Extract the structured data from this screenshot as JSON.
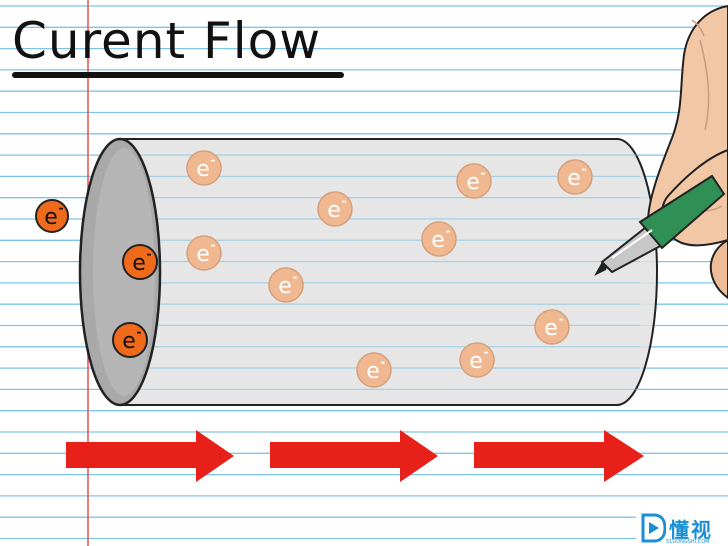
{
  "title": "Curent Flow",
  "electron_label": "e",
  "electron_charge": "-",
  "watermark": {
    "text": "懂视",
    "subtext": "51DONGSHI.COM"
  },
  "colors": {
    "paper_line": "#7fc4e8",
    "margin_line": "#e0524e",
    "electron_active": "#f06a1c",
    "electron_inside": "#f0b891",
    "arrow": "#e8201a",
    "tube_body": "#e2e2e2",
    "tube_opening": "#a9a9a9",
    "skin": "#f2c7a6",
    "pen": "#2f8f54"
  },
  "icons": [
    "electron-icon",
    "arrow-right-icon",
    "hand-icon",
    "pen-icon",
    "play-logo-icon"
  ]
}
